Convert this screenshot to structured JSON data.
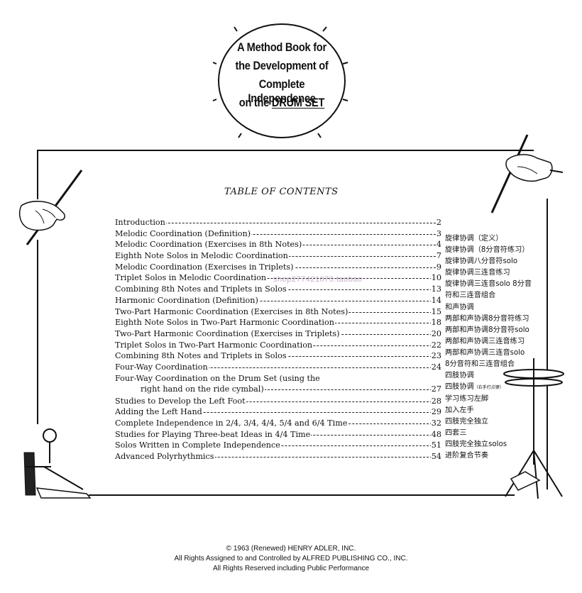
{
  "title_badge": {
    "line1": "A Method Book for",
    "line2": "the Development of",
    "line3": "Complete Independence",
    "line4_prefix": "on the ",
    "line4_drum": "DRUM SET"
  },
  "toc_heading": "TABLE OF CONTENTS",
  "toc": [
    {
      "title": "Introduction",
      "page": "2"
    },
    {
      "title": "Melodic Coordination (Definition)",
      "page": "3"
    },
    {
      "title": "Melodic Coordination (Exercises in 8th Notes)",
      "page": "4"
    },
    {
      "title": "Eighth Note Solos in Melodic Coordination",
      "page": "7"
    },
    {
      "title": "Melodic Coordination (Exercises in Triplets)",
      "page": "9"
    },
    {
      "title": "Triplet Solos in Melodic Coordination",
      "page": "10"
    },
    {
      "title": "Combining 8th Notes and Triplets in Solos",
      "page": "13"
    },
    {
      "title": "Harmonic Coordination (Definition)",
      "page": "14"
    },
    {
      "title": "Two-Part Harmonic Coordination (Exercises in 8th Notes)",
      "page": "15"
    },
    {
      "title": "Eighth Note Solos in Two-Part Harmonic Coordination",
      "page": "18"
    },
    {
      "title": "Two-Part Harmonic Coordination (Exercises in Triplets)",
      "page": "20"
    },
    {
      "title": "Triplet Solos in Two-Part Harmonic Coordination",
      "page": "22"
    },
    {
      "title": "Combining 8th Notes and Triplets in Solos",
      "page": "23"
    },
    {
      "title": "Four-Way Coordination",
      "page": "24"
    },
    {
      "title": "Four-Way Coordination on the Drum Set (using the",
      "subtitle": "right hand on the ride cymbal)",
      "page": "27"
    },
    {
      "title": "Studies to Develop the Left Foot",
      "page": "28"
    },
    {
      "title": "Adding the Left Hand",
      "page": "29"
    },
    {
      "title": "Complete Independence in 2/4, 3/4, 4/4, 5/4 and 6/4 Time",
      "page": "32"
    },
    {
      "title": "Studies for Playing Three-beat Ideas in 4/4 Time",
      "page": "48"
    },
    {
      "title": "Solos Written in Complete Independence",
      "page": "51"
    },
    {
      "title": "Advanced Polyrhythmics",
      "page": "54"
    }
  ],
  "chinese_notes": [
    "旋律协调（定义）",
    "旋律协调（8分音符练习）",
    "旋律协调八分音符solo",
    "旋律协调三连音练习",
    "旋律协调三连音solo 8分音",
    "符和三连音组合",
    "和声协调",
    "两部和声协调8分音符练习",
    "两部和声协调8分音符solo",
    "两部和声协调三连音练习",
    "两部和声协调三连音solo",
    "8分音符和三连音组合",
    "四肢协调",
    "四肢协调",
    "学习练习左脚",
    "加入左手",
    "四肢完全独立",
    "四套三",
    "四肢完全独立solos",
    "进阶复合节奏"
  ],
  "chinese_small_note": "（右手打点镲）",
  "watermark": "shop277421070.taobao",
  "footer": {
    "line1": "© 1963 (Renewed) HENRY ADLER, INC.",
    "line2": "All Rights Assigned to and Controlled by ALFRED PUBLISHING CO., INC.",
    "line3": "All Rights Reserved including Public Performance"
  }
}
